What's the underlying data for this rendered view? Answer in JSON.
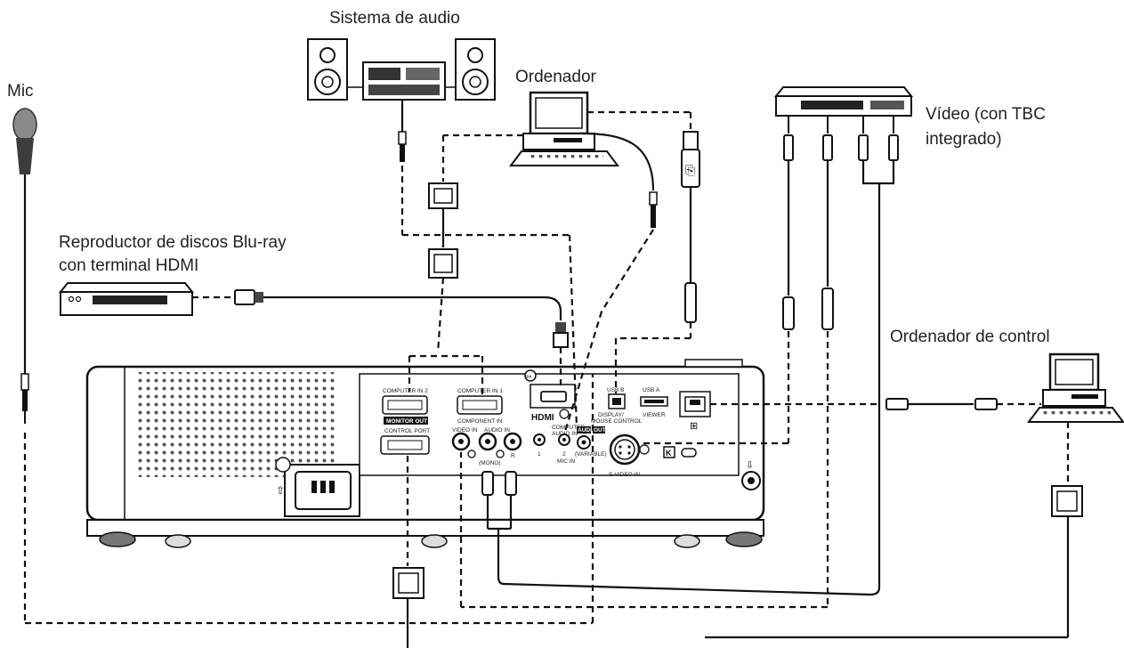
{
  "labels": {
    "audio_system": "Sistema de audio",
    "computer": "Ordenador",
    "mic": "Mic",
    "video": "Vídeo (con TBC",
    "video_line2": "integrado)",
    "bluray": "Reproductor de discos Blu-ray",
    "bluray_line2": "con terminal HDMI",
    "control_computer": "Ordenador de control"
  },
  "panel": {
    "computer_in_2": "COMPUTER IN 2",
    "monitor_out": "MONITOR OUT",
    "computer_in_1": "COMPUTER IN 1",
    "component_in": "COMPONENT IN",
    "control_port": "CONTROL PORT",
    "video_in": "VIDEO IN",
    "audio_in": "AUDIO IN",
    "audio_l_mono": "(MONO)",
    "audio_r": "R",
    "hdmi": "HDMI",
    "computer_audio_in": "COMPUTER",
    "computer_audio_in_2": "AUDIO IN",
    "jack_1": "1",
    "jack_2": "2",
    "mic_in": "MIC IN",
    "audio_out": "AUDIO",
    "audio_out_2": "OUT",
    "variable": "(VARIABLE)",
    "usb_b": "USB B",
    "usb_a": "USB A",
    "display_mouse": "DISPLAY/",
    "display_mouse_2": "MOUSE CONTROL",
    "viewer": "VIEWER",
    "s_video_in": "S-VIDEO IN"
  }
}
